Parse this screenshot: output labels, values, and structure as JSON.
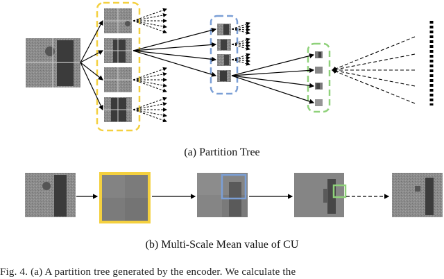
{
  "figure": {
    "colors": {
      "root_group": "#f4d03f",
      "level2_group": "#7b9fd6",
      "level3_group": "#8fd17a",
      "image_dark": "#3a3a3a",
      "image_mid": "#8a8a8a",
      "image_light": "#b7b7b7",
      "mean_block": "#7f7f7f"
    },
    "captions": {
      "a": "(a)  Partition Tree",
      "b": "(b)  Multi-Scale Mean value of CU"
    },
    "body_text_fragment": "Fig. 4.    (a)  A partition tree generated by the encoder. We calculate the"
  }
}
